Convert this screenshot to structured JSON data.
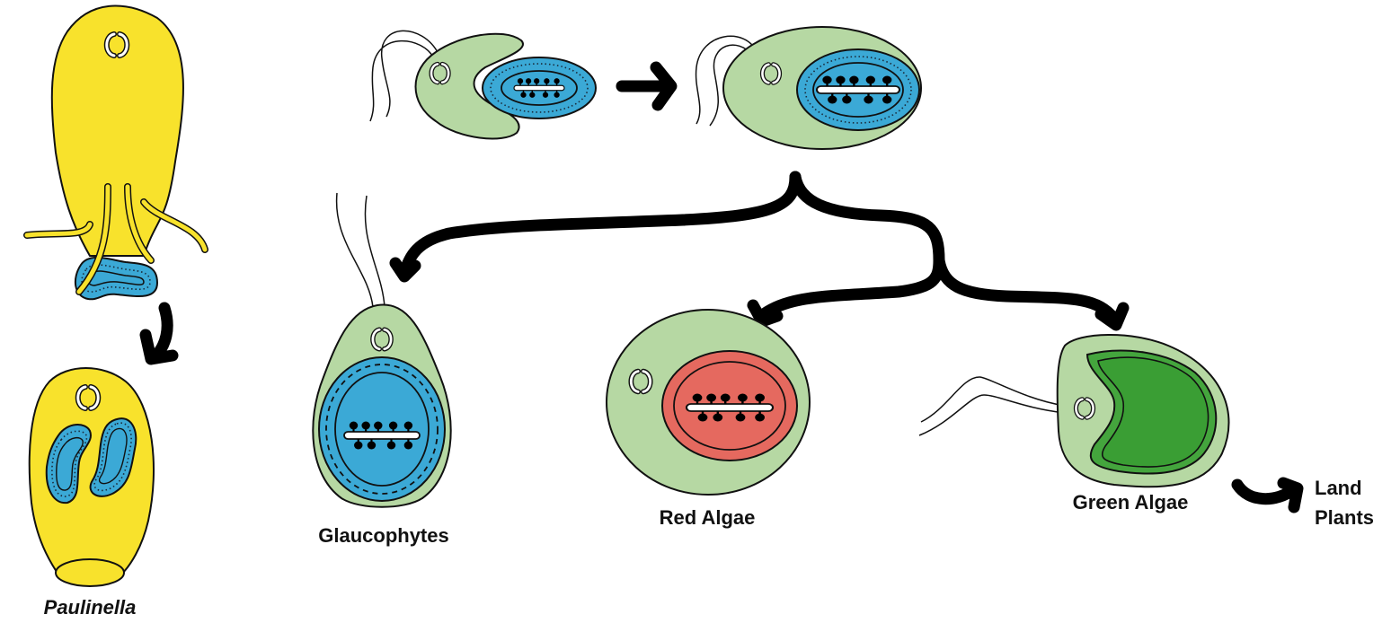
{
  "diagram": {
    "title": "Endosymbiotic origin of plastids",
    "colors": {
      "paulinella_body": "#f8e22c",
      "host_cell": "#b6d8a3",
      "cyanobacterium": "#3ba9d6",
      "red_plastid": "#e5695f",
      "green_plastid_outer": "#44a53d",
      "green_plastid_inner": "#3a9e34",
      "arrow": "#000000",
      "outline": "#111111"
    },
    "labels": {
      "paulinella": "Paulinella",
      "glaucophytes": "Glaucophytes",
      "red_algae": "Red Algae",
      "green_algae": "Green Algae",
      "land_plants_line1": "Land",
      "land_plants_line2": "Plants"
    },
    "nodes": [
      {
        "id": "paulinella-engulfing",
        "label": null
      },
      {
        "id": "paulinella",
        "label": "Paulinella"
      },
      {
        "id": "host-engulfing-cyanobacterium",
        "label": null
      },
      {
        "id": "primary-endosymbiont",
        "label": null
      },
      {
        "id": "glaucophytes",
        "label": "Glaucophytes"
      },
      {
        "id": "red-algae",
        "label": "Red Algae"
      },
      {
        "id": "green-algae",
        "label": "Green Algae"
      },
      {
        "id": "land-plants",
        "label": "Land Plants"
      }
    ],
    "edges": [
      {
        "from": "paulinella-engulfing",
        "to": "paulinella"
      },
      {
        "from": "host-engulfing-cyanobacterium",
        "to": "primary-endosymbiont"
      },
      {
        "from": "primary-endosymbiont",
        "to": "glaucophytes"
      },
      {
        "from": "primary-endosymbiont",
        "to": "red-algae"
      },
      {
        "from": "primary-endosymbiont",
        "to": "green-algae"
      },
      {
        "from": "green-algae",
        "to": "land-plants"
      }
    ]
  }
}
